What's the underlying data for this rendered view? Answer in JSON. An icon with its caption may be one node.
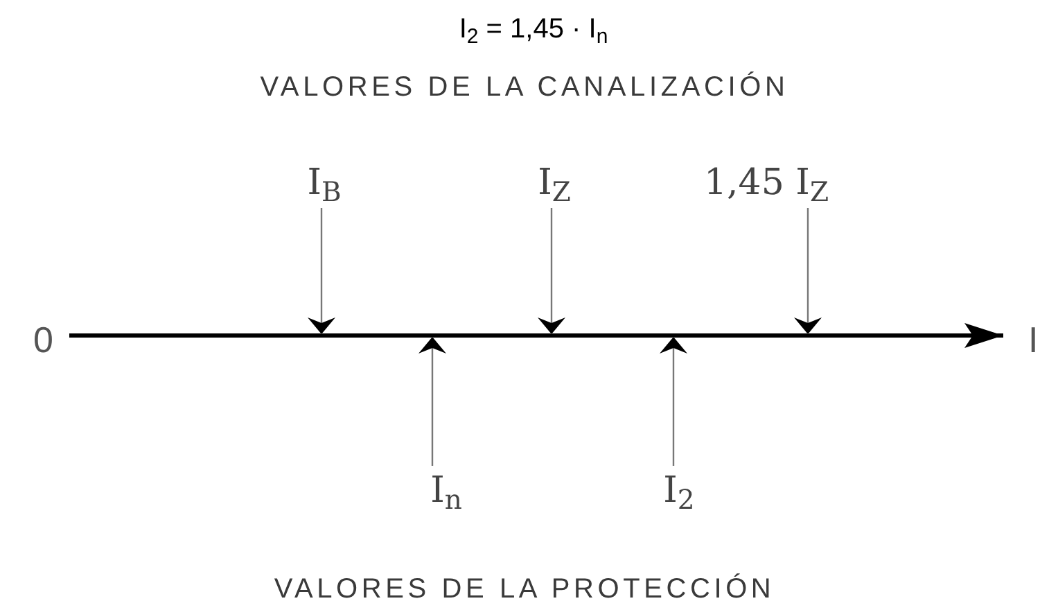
{
  "diagram": {
    "title": "I$_{2}$ = 1,45 · I$_{n}$",
    "nodes": [
      {
        "text": [
          "I$_{B}$"
        ]
      },
      {
        "text": [
          "I$_{Z}$"
        ]
      },
      {
        "text": [
          "1,45 I$_{Z}$"
        ]
      },
      {
        "text": [
          "I$_{n}$"
        ]
      },
      {
        "text": [
          "I$_{2}$"
        ]
      }
    ],
    "edges": [
      {
        "from": 0,
        "to": null,
        "arrow": "to"
      },
      {
        "from": 1,
        "to": null,
        "arrow": "to"
      },
      {
        "from": 2,
        "to": null,
        "arrow": "to"
      },
      {
        "from": 3,
        "to": null,
        "arrow": "to"
      },
      {
        "from": 4,
        "to": null,
        "arrow": "to"
      }
    ],
    "labels": [
      "VALORES DE LA CANALIZACIÓN",
      "0",
      "I",
      "VALORES DE LA PROTECCIÓN"
    ]
  }
}
